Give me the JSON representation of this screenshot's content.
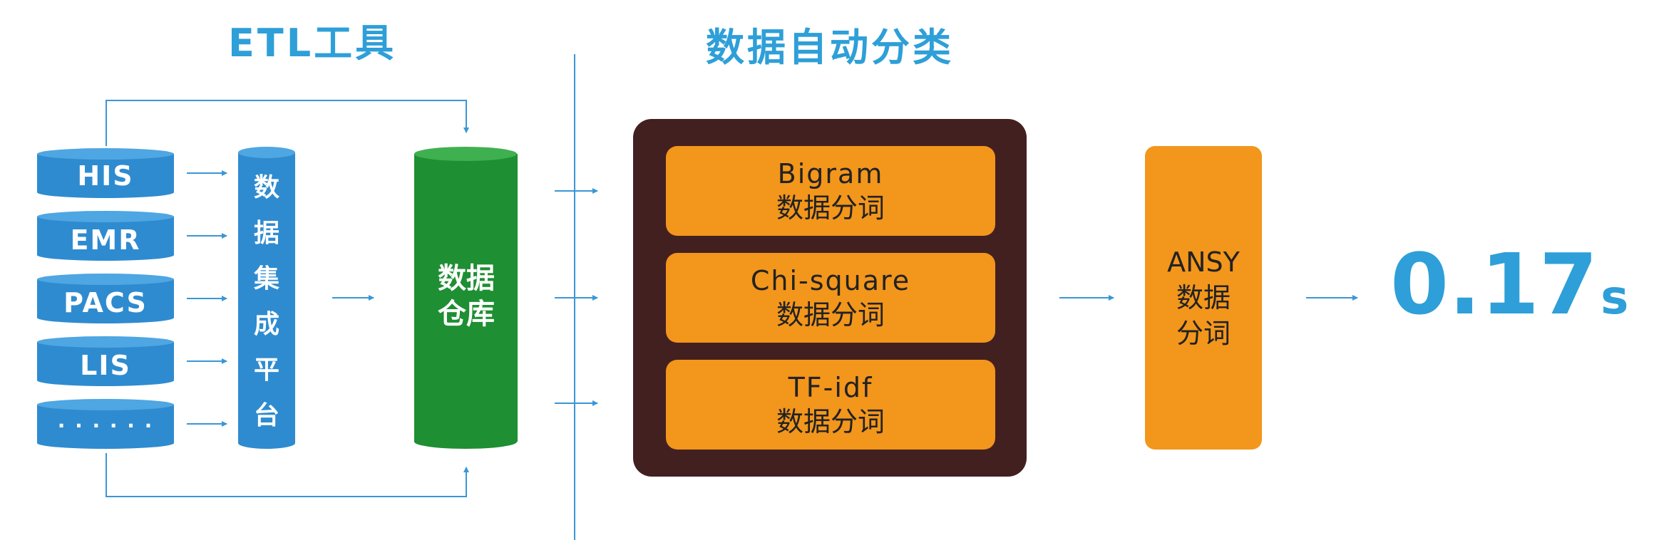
{
  "headings": {
    "etl": "ETL工具",
    "classification": "数据自动分类"
  },
  "sources": [
    "HIS",
    "EMR",
    "PACS",
    "LIS",
    "· · ·  · · ·"
  ],
  "integration_platform": [
    "数",
    "据",
    "集",
    "成",
    "平",
    "台"
  ],
  "warehouse": [
    "数据",
    "仓库"
  ],
  "algorithms": [
    {
      "name": "Bigram",
      "desc": "数据分词"
    },
    {
      "name": "Chi-square",
      "desc": "数据分词"
    },
    {
      "name": "TF-idf",
      "desc": "数据分词"
    }
  ],
  "ansy": [
    "ANSY",
    "数据",
    "分词"
  ],
  "result": {
    "value": "0.17",
    "unit": "s"
  },
  "colors": {
    "heading_blue": "#2e9fd8",
    "cylinder_blue": "#2e8bd0",
    "warehouse_green": "#1e8f32",
    "panel_dark": "#432020",
    "box_orange": "#f3961c",
    "arrow_blue": "#3a96d6"
  }
}
